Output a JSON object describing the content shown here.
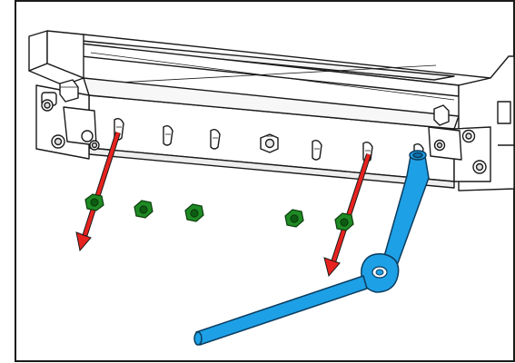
{
  "figure": {
    "kind": "assembly-instruction-illustration",
    "subject": "rail-bracket-fastener-removal",
    "colors": {
      "frame": "#1a1a1a",
      "outline": "#1a1a1a",
      "part_fill": "#ffffff",
      "arrow": "#e8231f",
      "nut": "#1f8a24",
      "nut_dark": "#0d5c12",
      "wrench": "#1ea0e6",
      "wrench_dark": "#0d6fa8"
    },
    "counts": {
      "nuts_removed": 5,
      "studs_remaining": 5,
      "removal_arrows": 2
    },
    "icons": [
      "down-left-arrow-icon",
      "hex-nut-icon",
      "socket-wrench-icon"
    ]
  }
}
